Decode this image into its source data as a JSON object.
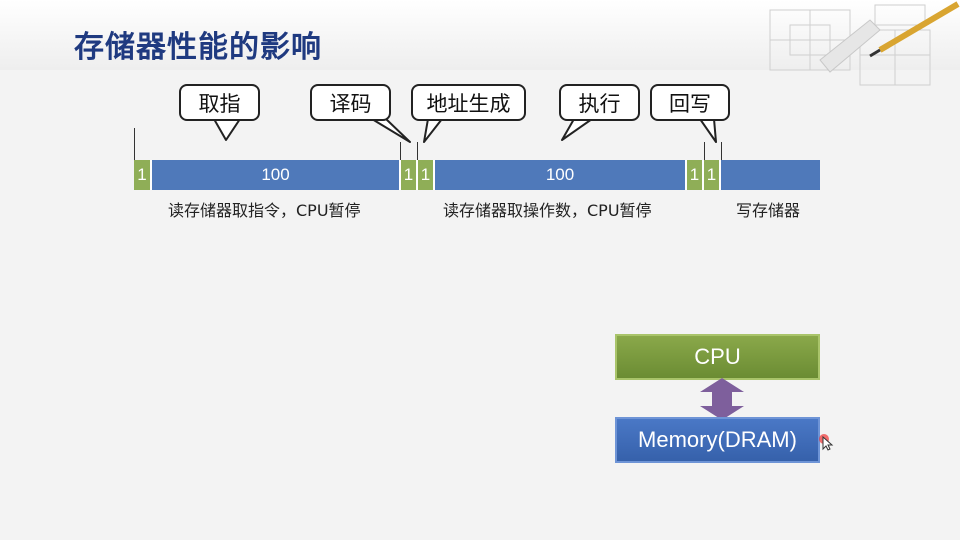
{
  "slide": {
    "title": "存储器性能的影响"
  },
  "bubbles": [
    {
      "label": "取指"
    },
    {
      "label": "译码"
    },
    {
      "label": "地址生成"
    },
    {
      "label": "执行"
    },
    {
      "label": "回写"
    }
  ],
  "timeline": {
    "segments": [
      "1",
      "100",
      "1",
      "1",
      "100",
      "1",
      "1",
      ""
    ],
    "captions": [
      "读存储器取指令，CPU暂停",
      "读存储器取操作数，CPU暂停",
      "写存储器"
    ]
  },
  "diagram": {
    "cpu_label": "CPU",
    "memory_label": "Memory(DRAM)"
  },
  "colors": {
    "title": "#1f3a80",
    "short_cycle": "#8fae57",
    "long_cycle": "#4f79ba",
    "cpu_box": "#7a9a3e",
    "memory_box": "#3f6cb8",
    "arrow": "#7e5f9c"
  },
  "icons": [
    "drafting-pencil-decoration",
    "double-arrow-icon",
    "cursor-icon"
  ]
}
